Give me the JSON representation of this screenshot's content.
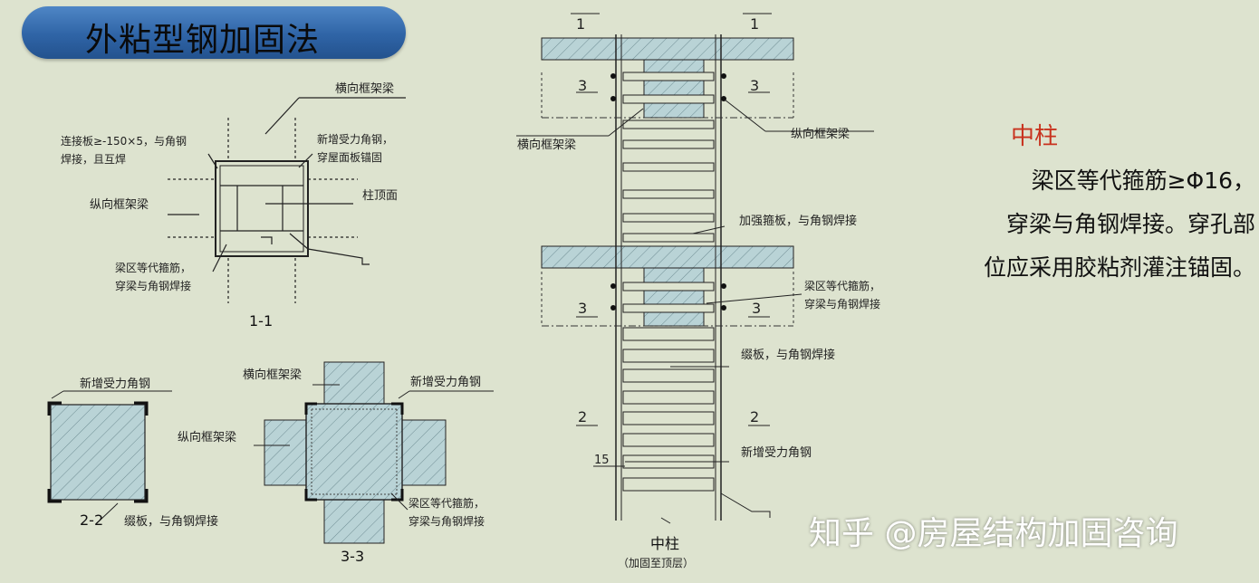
{
  "title": "外粘型钢加固法",
  "sec11": {
    "beam_h": "横向框架梁",
    "plate": [
      "连接板≥-150×5，与角钢",
      "焊接，且互焊"
    ],
    "new_angle": [
      "新增受力角钢，",
      "穿屋面板锚固"
    ],
    "beam_v": "纵向框架梁",
    "col_top": "柱顶面",
    "stirrup": [
      "梁区等代箍筋，",
      "穿梁与角钢焊接"
    ],
    "caption": "1-1"
  },
  "sec22": {
    "angle": "新增受力角钢",
    "caption": "2-2",
    "batten": "缀板，与角钢焊接"
  },
  "sec33": {
    "beam_h": "横向框架梁",
    "angle": "新增受力角钢",
    "beam_v": "纵向框架梁",
    "stirrup": [
      "梁区等代箍筋，",
      "穿梁与角钢焊接"
    ],
    "caption": "3-3"
  },
  "elev": {
    "n1": "1",
    "n3": "3",
    "n2": "2",
    "beam_h": "横向框架梁",
    "beam_v": "纵向框架梁",
    "plate": "加强箍板，与角钢焊接",
    "stirrup": [
      "梁区等代箍筋，",
      "穿梁与角钢焊接"
    ],
    "batten": "缀板，与角钢焊接",
    "angle": "新增受力角钢",
    "dim": "15",
    "caption": "中柱",
    "subcaption": "（加固至顶层）"
  },
  "note": {
    "title": "中柱",
    "lines": [
      "梁区等代箍筋≥Φ16，",
      "穿梁与角钢焊接。穿孔部",
      "位应采用胶粘剂灌注锚固。"
    ]
  },
  "watermark": "知乎 @房屋结构加固咨询",
  "colors": {
    "accent": "#c8321e",
    "concrete": "#b9d3d6",
    "line": "#1d1d1d",
    "pill": "#2f64a6"
  }
}
